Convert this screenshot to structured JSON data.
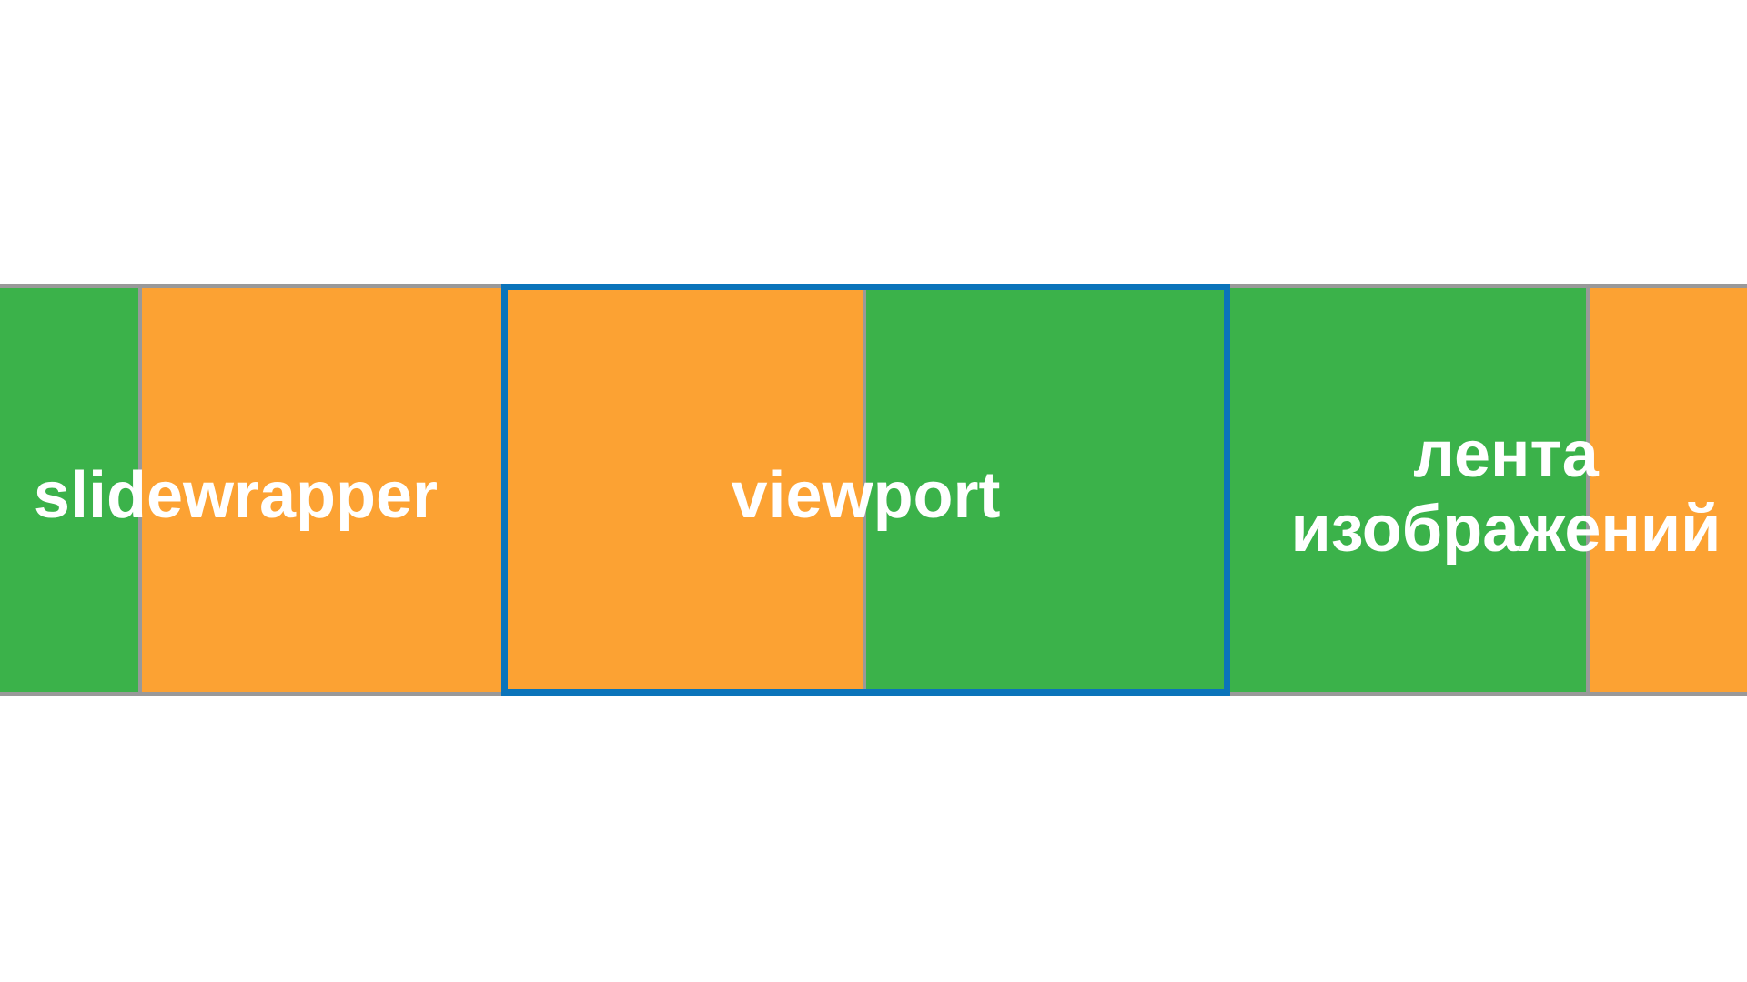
{
  "diagram": {
    "title": "carousel-structure-diagram",
    "background": "#FFFFFF",
    "colors": {
      "green": "#3BB24A",
      "orange": "#FCA233",
      "blue": "#0B74BA",
      "divider_gray": "#999999",
      "label_text": "#FFFFFF"
    },
    "labels": {
      "slidewrapper": "slidewrapper",
      "viewport": "viewport",
      "image_strip_line1": "лента",
      "image_strip_line2": "изображений"
    },
    "strip": {
      "slides": [
        {
          "color": "green",
          "clipped": "left",
          "in_viewport": false
        },
        {
          "color": "orange",
          "clipped": "none",
          "in_viewport": false
        },
        {
          "color": "orange",
          "clipped": "none",
          "in_viewport": true
        },
        {
          "color": "green",
          "clipped": "none",
          "in_viewport": true
        },
        {
          "color": "green",
          "clipped": "none",
          "in_viewport": false
        },
        {
          "color": "orange",
          "clipped": "right",
          "in_viewport": false
        }
      ]
    }
  }
}
